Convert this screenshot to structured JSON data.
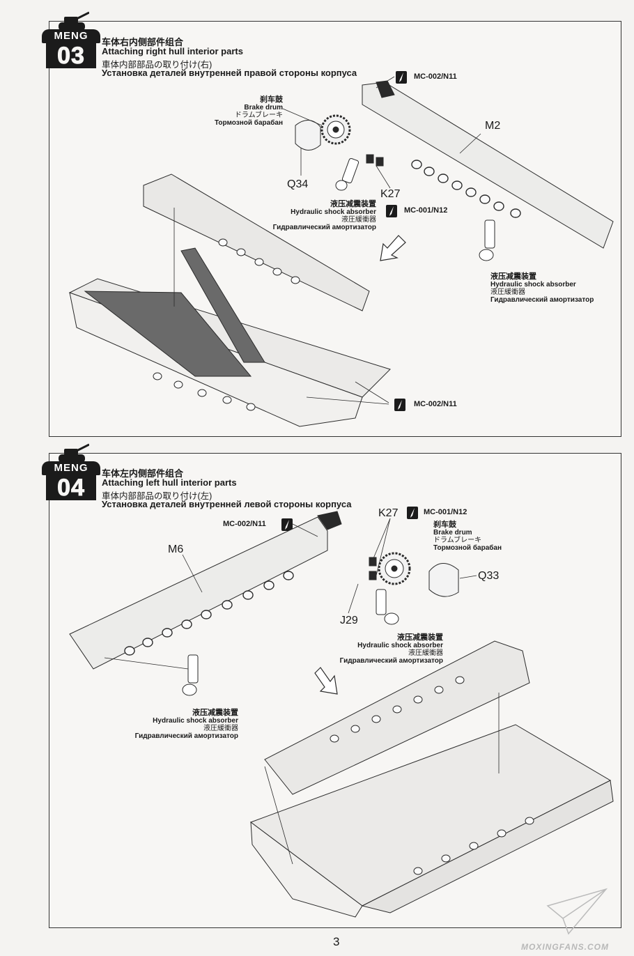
{
  "brand": "MENG",
  "page_number": "3",
  "watermark": "MOXINGFANS.COM",
  "steps": [
    {
      "number": "03",
      "title_cn": "车体右内侧部件组合",
      "title_en": "Attaching right hull interior parts",
      "title_jp": "車体内部部品の取り付け(右)",
      "title_ru": "Установка деталей внутренней правой стороны корпуса",
      "paint_top": "MC-002/N11",
      "paint_mid": "MC-001/N12",
      "paint_bottom": "MC-002/N11",
      "brake_drum": {
        "cn": "刹车鼓",
        "en": "Brake drum",
        "jp": "ドラムブレーキ",
        "ru": "Тормозной барабан"
      },
      "shock_a": {
        "cn": "液压减震装置",
        "en": "Hydraulic shock absorber",
        "jp": "液圧緩衝器",
        "ru": "Гидравлический амортизатор"
      },
      "shock_b": {
        "cn": "液压减震装置",
        "en": "Hydraulic shock absorber",
        "jp": "液圧緩衝器",
        "ru": "Гидравлический амортизатор"
      },
      "parts": {
        "side": "M2",
        "cover": "Q34",
        "bracket": "K27"
      }
    },
    {
      "number": "04",
      "title_cn": "车体左内侧部件组合",
      "title_en": "Attaching left hull interior parts",
      "title_jp": "車体内部部品の取り付け(左)",
      "title_ru": "Установка деталей внутренней левой стороны корпуса",
      "paint_left": "MC-002/N11",
      "paint_right": "MC-001/N12",
      "brake_drum": {
        "cn": "刹车鼓",
        "en": "Brake drum",
        "jp": "ドラムブレーキ",
        "ru": "Тормозной барабан"
      },
      "shock_a": {
        "cn": "液压减震装置",
        "en": "Hydraulic shock absorber",
        "jp": "液圧緩衝器",
        "ru": "Гидравлический амортизатор"
      },
      "shock_b": {
        "cn": "液压减震装置",
        "en": "Hydraulic shock absorber",
        "jp": "液圧緩衝器",
        "ru": "Гидравлический амортизатор"
      },
      "parts": {
        "side": "M6",
        "cover": "Q33",
        "bracket": "K27",
        "arm": "J29"
      }
    }
  ]
}
